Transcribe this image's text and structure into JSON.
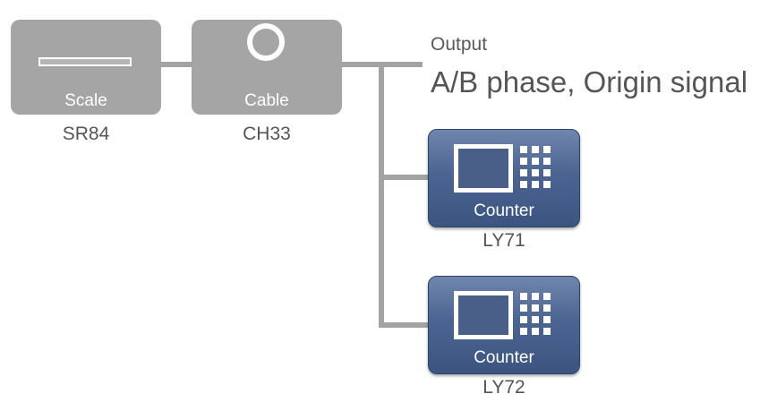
{
  "scale": {
    "label": "Scale",
    "model": "SR84"
  },
  "cable": {
    "label": "Cable",
    "model": "CH33"
  },
  "output": {
    "title": "Output",
    "signal": "A/B phase, Origin signal"
  },
  "counters": [
    {
      "label": "Counter",
      "model": "LY71"
    },
    {
      "label": "Counter",
      "model": "LY72"
    }
  ],
  "colors": {
    "gray_box": "#a5a5a5",
    "wire": "#a3a3a3",
    "counter_blue": "#4c6491",
    "text": "#555555"
  }
}
